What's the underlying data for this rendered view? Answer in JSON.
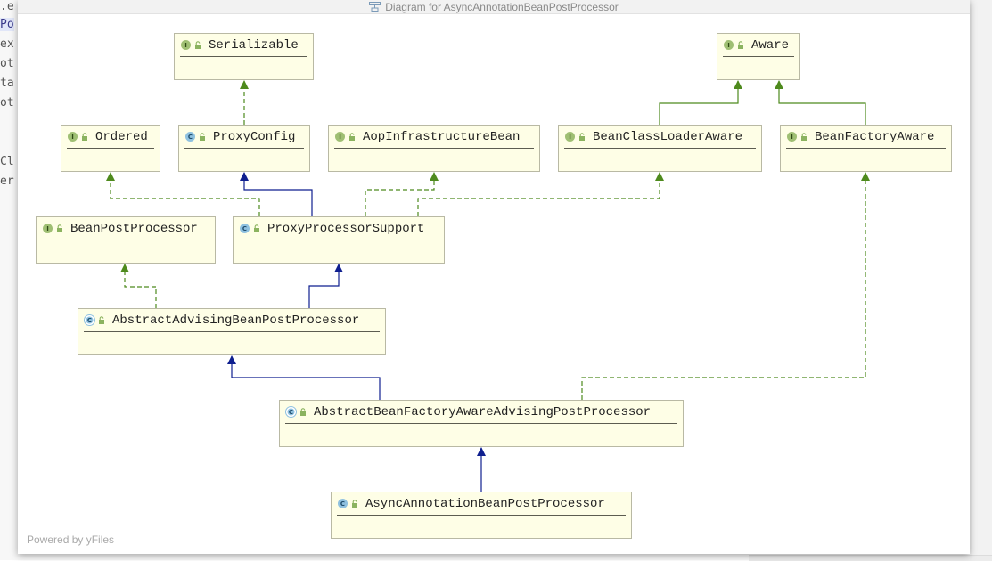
{
  "window": {
    "title": "Diagram for AsyncAnnotationBeanPostProcessor"
  },
  "footer": {
    "powered_by": "Powered by yFiles"
  },
  "editor_fragments": [
    ".e",
    "Po",
    "ex",
    "ot",
    "ta",
    "ot",
    "Cl",
    "er"
  ],
  "badges": {
    "interface": "I",
    "class": "C"
  },
  "colors": {
    "node_fill": "#fefee6",
    "realization": "#4e8a1d",
    "generalization": "#0f1f8f"
  },
  "nodes": {
    "serializable": {
      "name": "Serializable",
      "kind": "interface"
    },
    "aware": {
      "name": "Aware",
      "kind": "interface"
    },
    "ordered": {
      "name": "Ordered",
      "kind": "interface"
    },
    "proxy_config": {
      "name": "ProxyConfig",
      "kind": "class"
    },
    "aop_infrastructure_bean": {
      "name": "AopInfrastructureBean",
      "kind": "interface"
    },
    "bean_class_loader_aware": {
      "name": "BeanClassLoaderAware",
      "kind": "interface"
    },
    "bean_factory_aware": {
      "name": "BeanFactoryAware",
      "kind": "interface"
    },
    "bean_post_processor": {
      "name": "BeanPostProcessor",
      "kind": "interface"
    },
    "proxy_processor_support": {
      "name": "ProxyProcessorSupport",
      "kind": "class"
    },
    "abstract_advising_bpp": {
      "name": "AbstractAdvisingBeanPostProcessor",
      "kind": "abstract-class"
    },
    "abstract_bfa_advising_pp": {
      "name": "AbstractBeanFactoryAwareAdvisingPostProcessor",
      "kind": "abstract-class"
    },
    "async_annotation_bpp": {
      "name": "AsyncAnnotationBeanPostProcessor",
      "kind": "class"
    }
  }
}
